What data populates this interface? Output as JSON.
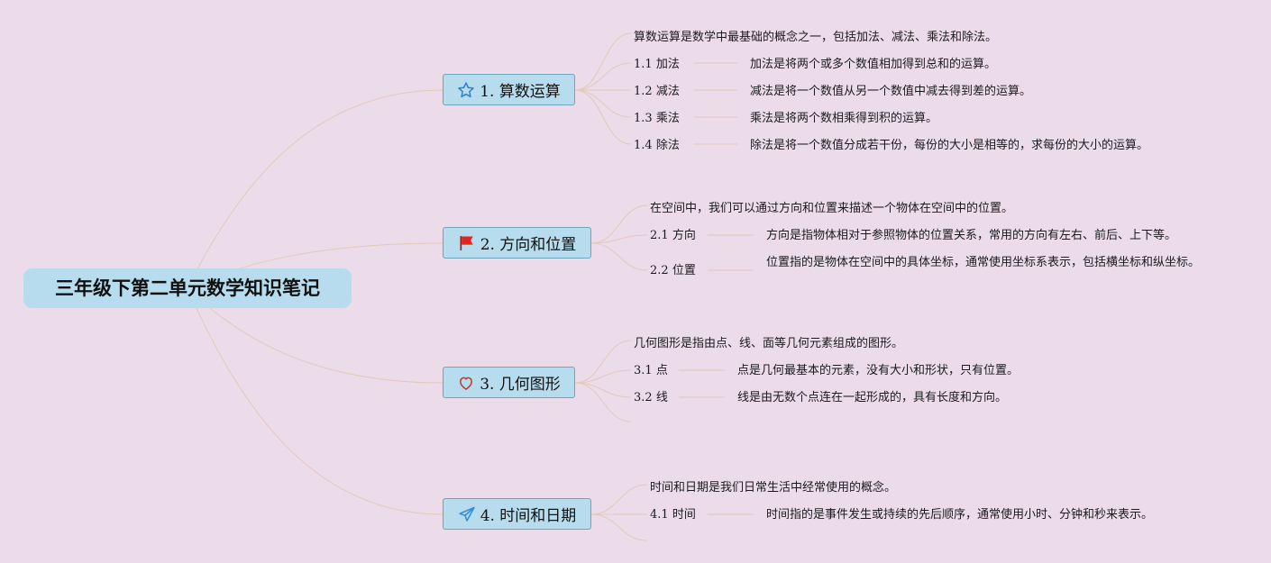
{
  "root": {
    "title": "三年级下第二单元数学知识笔记"
  },
  "branches": [
    {
      "icon": "star-icon",
      "label": "1. 算数运算",
      "intro": "算数运算是数学中最基础的概念之一，包括加法、减法、乘法和除法。",
      "items": [
        {
          "num": "1.1",
          "name": "加法",
          "desc": "加法是将两个或多个数值相加得到总和的运算。"
        },
        {
          "num": "1.2",
          "name": "减法",
          "desc": "减法是将一个数值从另一个数值中减去得到差的运算。"
        },
        {
          "num": "1.3",
          "name": "乘法",
          "desc": "乘法是将两个数相乘得到积的运算。"
        },
        {
          "num": "1.4",
          "name": "除法",
          "desc": "除法是将一个数值分成若干份，每份的大小是相等的，求每份的大小的运算。"
        }
      ]
    },
    {
      "icon": "red-flag-icon",
      "label": "2. 方向和位置",
      "intro": "在空间中，我们可以通过方向和位置来描述一个物体在空间中的位置。",
      "items": [
        {
          "num": "2.1",
          "name": "方向",
          "desc": "方向是指物体相对于参照物体的位置关系，常用的方向有左右、前后、上下等。"
        },
        {
          "num": "2.2",
          "name": "位置",
          "desc": "位置指的是物体在空间中的具体坐标，通常使用坐标系表示，包括横坐标和纵坐标。"
        }
      ]
    },
    {
      "icon": "heart-icon",
      "label": "3. 几何图形",
      "intro": "几何图形是指由点、线、面等几何元素组成的图形。",
      "items": [
        {
          "num": "3.1",
          "name": "点",
          "desc": "点是几何最基本的元素，没有大小和形状，只有位置。"
        },
        {
          "num": "3.2",
          "name": "线",
          "desc": "线是由无数个点连在一起形成的，具有长度和方向。"
        }
      ]
    },
    {
      "icon": "paper-plane-icon",
      "label": "4. 时间和日期",
      "intro": "时间和日期是我们日常生活中经常使用的概念。",
      "items": [
        {
          "num": "4.1",
          "name": "时间",
          "desc": "时间指的是事件发生或持续的先后顺序，通常使用小时、分钟和秒来表示。"
        }
      ]
    }
  ],
  "colors": {
    "background": "#ecdcea",
    "node_fill": "#b6dced",
    "node_border": "#6fa4bd",
    "connector": "#e3c9b8",
    "star": "#2f7fd0",
    "flag": "#e0261b",
    "heart": "#c0392b",
    "plane": "#2f8fd6"
  }
}
